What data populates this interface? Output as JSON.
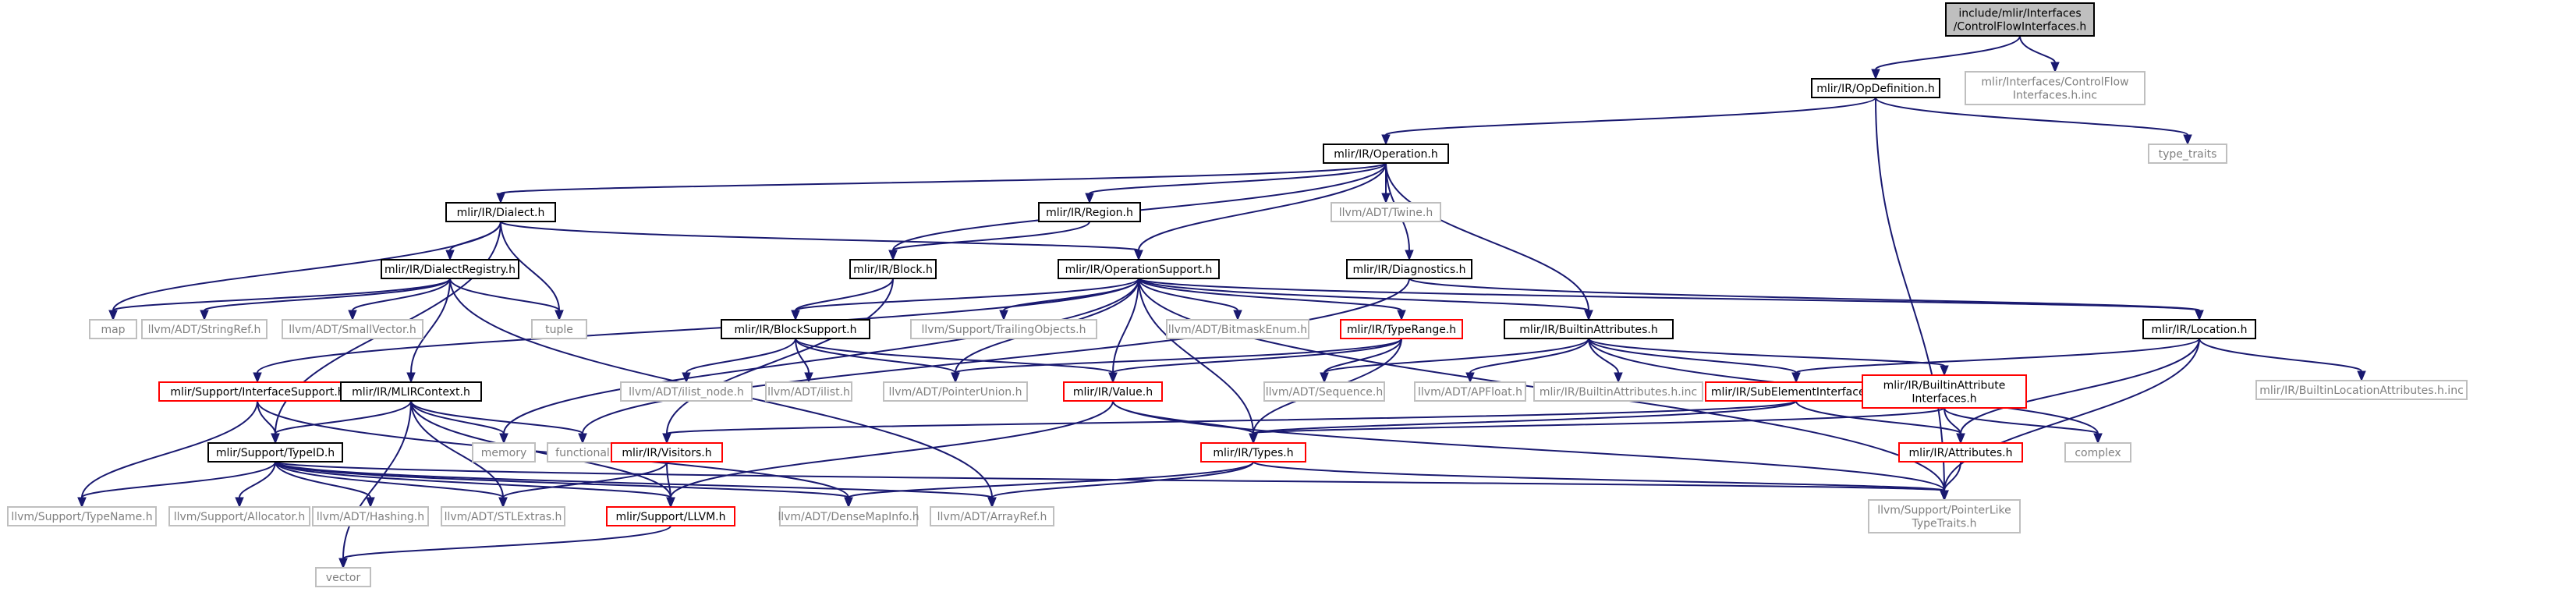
{
  "diagram": {
    "nodes": [
      {
        "id": "root",
        "lines": [
          "include/mlir/Interfaces",
          "/ControlFlowInterfaces.h"
        ],
        "style": "root"
      },
      {
        "id": "opdef",
        "lines": [
          "mlir/IR/OpDefinition.h"
        ],
        "style": "internal"
      },
      {
        "id": "cfinc",
        "lines": [
          "mlir/Interfaces/ControlFlow",
          "Interfaces.h.inc"
        ],
        "style": "external"
      },
      {
        "id": "type_traits",
        "lines": [
          "type_traits"
        ],
        "style": "external"
      },
      {
        "id": "operation",
        "lines": [
          "mlir/IR/Operation.h"
        ],
        "style": "internal"
      },
      {
        "id": "dialect",
        "lines": [
          "mlir/IR/Dialect.h"
        ],
        "style": "internal"
      },
      {
        "id": "region",
        "lines": [
          "mlir/IR/Region.h"
        ],
        "style": "internal"
      },
      {
        "id": "twine",
        "lines": [
          "llvm/ADT/Twine.h"
        ],
        "style": "external"
      },
      {
        "id": "registry",
        "lines": [
          "mlir/IR/DialectRegistry.h"
        ],
        "style": "internal"
      },
      {
        "id": "block",
        "lines": [
          "mlir/IR/Block.h"
        ],
        "style": "internal"
      },
      {
        "id": "opsupport",
        "lines": [
          "mlir/IR/OperationSupport.h"
        ],
        "style": "internal"
      },
      {
        "id": "diagnostics",
        "lines": [
          "mlir/IR/Diagnostics.h"
        ],
        "style": "internal"
      },
      {
        "id": "location",
        "lines": [
          "mlir/IR/Location.h"
        ],
        "style": "internal"
      },
      {
        "id": "map",
        "lines": [
          "map"
        ],
        "style": "external"
      },
      {
        "id": "stringref",
        "lines": [
          "llvm/ADT/StringRef.h"
        ],
        "style": "external"
      },
      {
        "id": "smallvector",
        "lines": [
          "llvm/ADT/SmallVector.h"
        ],
        "style": "external"
      },
      {
        "id": "tuple",
        "lines": [
          "tuple"
        ],
        "style": "external"
      },
      {
        "id": "blocksupport",
        "lines": [
          "mlir/IR/BlockSupport.h"
        ],
        "style": "internal"
      },
      {
        "id": "trailing",
        "lines": [
          "llvm/Support/TrailingObjects.h"
        ],
        "style": "external"
      },
      {
        "id": "bitmask",
        "lines": [
          "llvm/ADT/BitmaskEnum.h"
        ],
        "style": "external"
      },
      {
        "id": "typerange",
        "lines": [
          "mlir/IR/TypeRange.h"
        ],
        "style": "truncated"
      },
      {
        "id": "builtinattrs",
        "lines": [
          "mlir/IR/BuiltinAttributes.h"
        ],
        "style": "internal"
      },
      {
        "id": "builtinlocinc",
        "lines": [
          "mlir/IR/BuiltinLocationAttributes.h.inc"
        ],
        "style": "external"
      },
      {
        "id": "ifacesupport",
        "lines": [
          "mlir/Support/InterfaceSupport.h"
        ],
        "style": "truncated"
      },
      {
        "id": "mlircontext",
        "lines": [
          "mlir/IR/MLIRContext.h"
        ],
        "style": "internal"
      },
      {
        "id": "ilistnode",
        "lines": [
          "llvm/ADT/ilist_node.h"
        ],
        "style": "external"
      },
      {
        "id": "ilist",
        "lines": [
          "llvm/ADT/ilist.h"
        ],
        "style": "external"
      },
      {
        "id": "ptrunion",
        "lines": [
          "llvm/ADT/PointerUnion.h"
        ],
        "style": "external"
      },
      {
        "id": "value",
        "lines": [
          "mlir/IR/Value.h"
        ],
        "style": "truncated"
      },
      {
        "id": "sequence",
        "lines": [
          "llvm/ADT/Sequence.h"
        ],
        "style": "external"
      },
      {
        "id": "apfloat",
        "lines": [
          "llvm/ADT/APFloat.h"
        ],
        "style": "external"
      },
      {
        "id": "builtinattrsinc",
        "lines": [
          "mlir/IR/BuiltinAttributes.h.inc"
        ],
        "style": "external"
      },
      {
        "id": "subelem",
        "lines": [
          "mlir/IR/SubElementInterfaces.h"
        ],
        "style": "truncated"
      },
      {
        "id": "builtinattrif",
        "lines": [
          "mlir/IR/BuiltinAttribute",
          "Interfaces.h"
        ],
        "style": "truncated"
      },
      {
        "id": "memory",
        "lines": [
          "memory"
        ],
        "style": "external"
      },
      {
        "id": "functional",
        "lines": [
          "functional"
        ],
        "style": "external"
      },
      {
        "id": "visitors",
        "lines": [
          "mlir/IR/Visitors.h"
        ],
        "style": "truncated"
      },
      {
        "id": "types",
        "lines": [
          "mlir/IR/Types.h"
        ],
        "style": "truncated"
      },
      {
        "id": "attributes",
        "lines": [
          "mlir/IR/Attributes.h"
        ],
        "style": "truncated"
      },
      {
        "id": "complex",
        "lines": [
          "complex"
        ],
        "style": "external"
      },
      {
        "id": "typeid",
        "lines": [
          "mlir/Support/TypeID.h"
        ],
        "style": "internal"
      },
      {
        "id": "typename",
        "lines": [
          "llvm/Support/TypeName.h"
        ],
        "style": "external"
      },
      {
        "id": "allocator",
        "lines": [
          "llvm/Support/Allocator.h"
        ],
        "style": "external"
      },
      {
        "id": "hashing",
        "lines": [
          "llvm/ADT/Hashing.h"
        ],
        "style": "external"
      },
      {
        "id": "stlextras",
        "lines": [
          "llvm/ADT/STLExtras.h"
        ],
        "style": "external"
      },
      {
        "id": "llvm",
        "lines": [
          "mlir/Support/LLVM.h"
        ],
        "style": "truncated"
      },
      {
        "id": "densemapinfo",
        "lines": [
          "llvm/ADT/DenseMapInfo.h"
        ],
        "style": "external"
      },
      {
        "id": "arrayref",
        "lines": [
          "llvm/ADT/ArrayRef.h"
        ],
        "style": "external"
      },
      {
        "id": "ptrlike",
        "lines": [
          "llvm/Support/PointerLike",
          "TypeTraits.h"
        ],
        "style": "external"
      },
      {
        "id": "vector",
        "lines": [
          "vector"
        ],
        "style": "external"
      }
    ],
    "edges": [
      [
        "root",
        "opdef"
      ],
      [
        "root",
        "cfinc"
      ],
      [
        "opdef",
        "operation"
      ],
      [
        "opdef",
        "type_traits"
      ],
      [
        "opdef",
        "ptrlike"
      ],
      [
        "operation",
        "dialect"
      ],
      [
        "operation",
        "region"
      ],
      [
        "operation",
        "twine"
      ],
      [
        "operation",
        "block"
      ],
      [
        "operation",
        "opsupport"
      ],
      [
        "operation",
        "diagnostics"
      ],
      [
        "operation",
        "builtinattrs"
      ],
      [
        "dialect",
        "registry"
      ],
      [
        "dialect",
        "opsupport"
      ],
      [
        "dialect",
        "map"
      ],
      [
        "dialect",
        "tuple"
      ],
      [
        "dialect",
        "typeid"
      ],
      [
        "region",
        "block"
      ],
      [
        "registry",
        "map"
      ],
      [
        "registry",
        "stringref"
      ],
      [
        "registry",
        "smallvector"
      ],
      [
        "registry",
        "tuple"
      ],
      [
        "registry",
        "mlircontext"
      ],
      [
        "registry",
        "arrayref"
      ],
      [
        "block",
        "blocksupport"
      ],
      [
        "block",
        "visitors"
      ],
      [
        "opsupport",
        "blocksupport"
      ],
      [
        "opsupport",
        "trailing"
      ],
      [
        "opsupport",
        "bitmask"
      ],
      [
        "opsupport",
        "typerange"
      ],
      [
        "opsupport",
        "builtinattrs"
      ],
      [
        "opsupport",
        "location"
      ],
      [
        "opsupport",
        "ifacesupport"
      ],
      [
        "opsupport",
        "memory"
      ],
      [
        "opsupport",
        "ptrunion"
      ],
      [
        "opsupport",
        "value"
      ],
      [
        "opsupport",
        "types"
      ],
      [
        "opsupport",
        "ptrlike"
      ],
      [
        "diagnostics",
        "location"
      ],
      [
        "diagnostics",
        "functional"
      ],
      [
        "location",
        "subelem"
      ],
      [
        "location",
        "builtinlocinc"
      ],
      [
        "location",
        "attributes"
      ],
      [
        "location",
        "ptrlike"
      ],
      [
        "blocksupport",
        "ilistnode"
      ],
      [
        "blocksupport",
        "ilist"
      ],
      [
        "blocksupport",
        "ptrunion"
      ],
      [
        "blocksupport",
        "value"
      ],
      [
        "typerange",
        "ptrunion"
      ],
      [
        "typerange",
        "sequence"
      ],
      [
        "typerange",
        "value"
      ],
      [
        "typerange",
        "types"
      ],
      [
        "builtinattrs",
        "sequence"
      ],
      [
        "builtinattrs",
        "apfloat"
      ],
      [
        "builtinattrs",
        "builtinattrsinc"
      ],
      [
        "builtinattrs",
        "subelem"
      ],
      [
        "builtinattrs",
        "builtinattrif"
      ],
      [
        "builtinattrs",
        "complex"
      ],
      [
        "ifacesupport",
        "typeid"
      ],
      [
        "ifacesupport",
        "typename"
      ],
      [
        "ifacesupport",
        "densemapinfo"
      ],
      [
        "mlircontext",
        "memory"
      ],
      [
        "mlircontext",
        "functional"
      ],
      [
        "mlircontext",
        "typeid"
      ],
      [
        "mlircontext",
        "llvm"
      ],
      [
        "mlircontext",
        "vector"
      ],
      [
        "mlircontext",
        "stlextras"
      ],
      [
        "value",
        "types"
      ],
      [
        "value",
        "llvm"
      ],
      [
        "value",
        "ptrlike"
      ],
      [
        "subelem",
        "visitors"
      ],
      [
        "subelem",
        "attributes"
      ],
      [
        "subelem",
        "types"
      ],
      [
        "builtinattrif",
        "attributes"
      ],
      [
        "builtinattrif",
        "types"
      ],
      [
        "builtinattrif",
        "complex"
      ],
      [
        "visitors",
        "llvm"
      ],
      [
        "visitors",
        "stlextras"
      ],
      [
        "types",
        "densemapinfo"
      ],
      [
        "types",
        "arrayref"
      ],
      [
        "types",
        "ptrlike"
      ],
      [
        "attributes",
        "ptrlike"
      ],
      [
        "typeid",
        "typename"
      ],
      [
        "typeid",
        "allocator"
      ],
      [
        "typeid",
        "hashing"
      ],
      [
        "typeid",
        "stlextras"
      ],
      [
        "typeid",
        "llvm"
      ],
      [
        "typeid",
        "densemapinfo"
      ],
      [
        "typeid",
        "ptrlike"
      ],
      [
        "typeid",
        "arrayref"
      ],
      [
        "llvm",
        "vector"
      ]
    ],
    "colors": {
      "edge": "#191970",
      "internal_border": "#000000",
      "external_border": "#bfbfbf",
      "truncated_border": "#ff0000",
      "root_fill": "#bfbfbf",
      "internal_text": "#000000",
      "external_text": "#808080"
    }
  }
}
